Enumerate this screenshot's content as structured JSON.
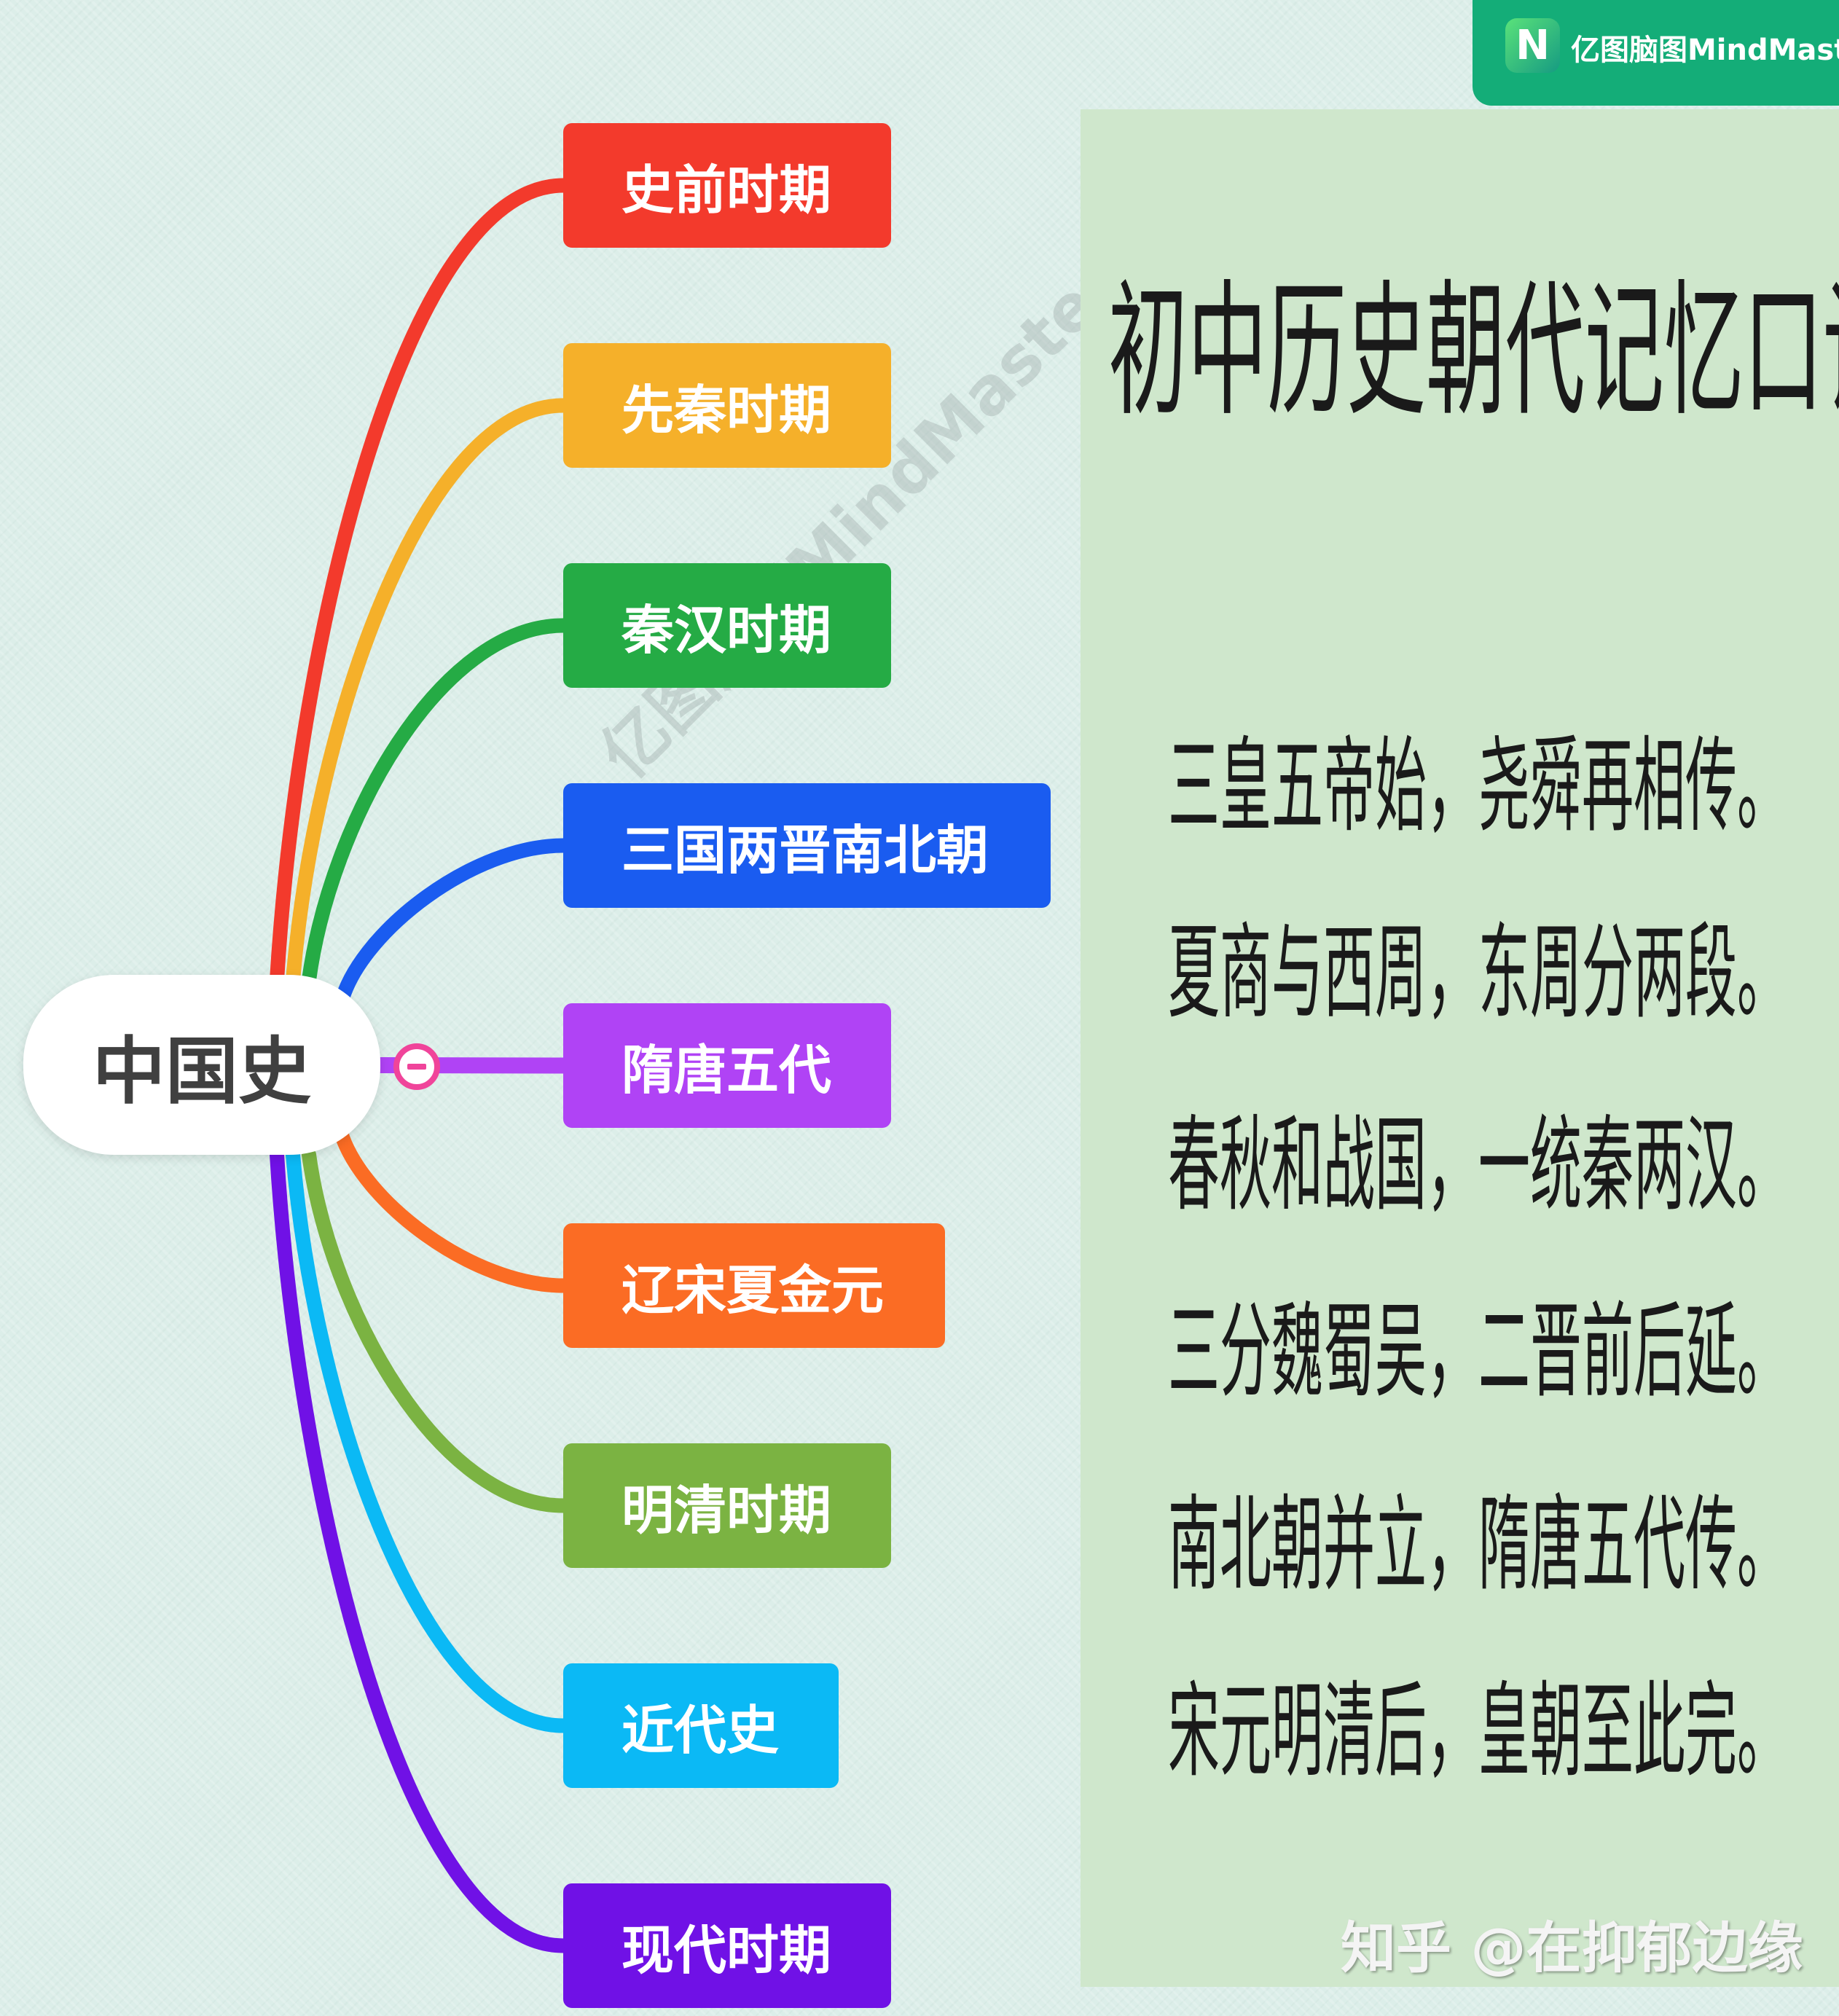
{
  "logo": {
    "icon": "mindmaster-logo-icon",
    "text": "亿图脑图MindMaster",
    "color": "#14ad78"
  },
  "watermark": "亿图脑图MindMaster",
  "root": {
    "label": "中国史"
  },
  "branches": [
    {
      "label": "史前时期",
      "color": "#f33a2c"
    },
    {
      "label": "先秦时期",
      "color": "#f5b02a"
    },
    {
      "label": "秦汉时期",
      "color": "#25ab45"
    },
    {
      "label": "三国两晋南北朝",
      "color": "#1a5cf0"
    },
    {
      "label": "隋唐五代",
      "color": "#b043f5"
    },
    {
      "label": "辽宋夏金元",
      "color": "#fb6c24"
    },
    {
      "label": "明清时期",
      "color": "#7bb342"
    },
    {
      "label": "近代史",
      "color": "#0bb9f5"
    },
    {
      "label": "现代时期",
      "color": "#7011e6"
    }
  ],
  "collapse_button": {
    "icon": "minus-icon",
    "color": "#f0449a"
  },
  "panel": {
    "title": "初中历史朝代记忆口诀",
    "lines": [
      "三皇五帝始，尧舜再相传。",
      "夏商与西周，东周分两段。",
      "春秋和战国，一统秦两汉。",
      "三分魏蜀吴，二晋前后延。",
      "南北朝并立，隋唐五代传。",
      "宋元明清后，皇朝至此完。"
    ]
  },
  "credit": "知乎 @在抑郁边缘"
}
